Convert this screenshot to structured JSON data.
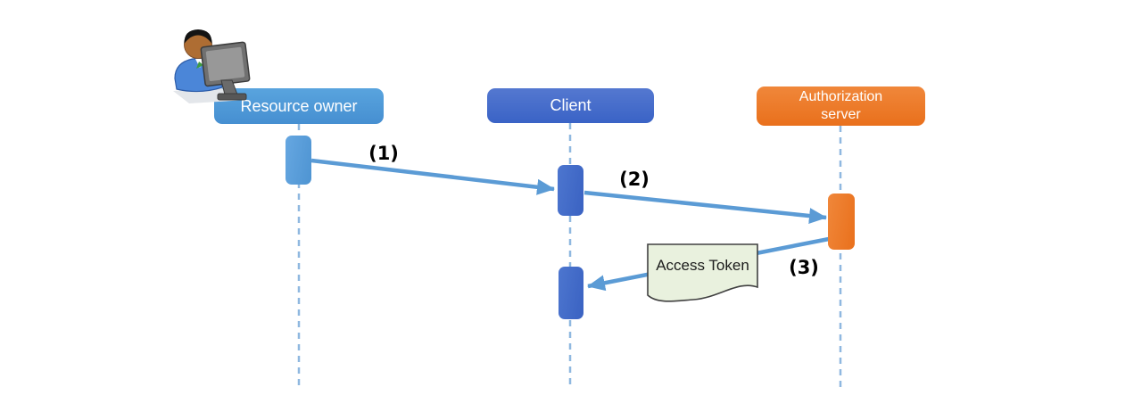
{
  "diagram": {
    "type": "sequence-diagram",
    "actors": [
      {
        "id": "resource-owner",
        "label": "Resource owner",
        "color": "#4D9BD8"
      },
      {
        "id": "client",
        "label": "Client",
        "color": "#3F65C6"
      },
      {
        "id": "authorization-server",
        "label": "Authorization server",
        "color": "#ED7D31"
      }
    ],
    "messages": [
      {
        "id": "step-1",
        "label": "(1)",
        "from": "resource-owner",
        "to": "client"
      },
      {
        "id": "step-2",
        "label": "(2)",
        "from": "client",
        "to": "authorization-server"
      },
      {
        "id": "step-3",
        "label": "(3)",
        "from": "authorization-server",
        "to": "client"
      }
    ],
    "artifact": {
      "label": "Access Token",
      "shape": "document",
      "fill": "#E9F1DE",
      "border": "#404040"
    },
    "icons": [
      {
        "id": "user-at-computer-icon",
        "description": "person sitting at a computer monitor"
      }
    ],
    "colors": {
      "arrow": "#5B9BD5",
      "lifeline": "#8FB8E0",
      "resource_owner_blue": "#4D9BD8",
      "client_blue": "#3F65C6",
      "server_orange": "#ED7D31",
      "note_green": "#E9F1DE",
      "background": "#FFFFFF"
    }
  }
}
